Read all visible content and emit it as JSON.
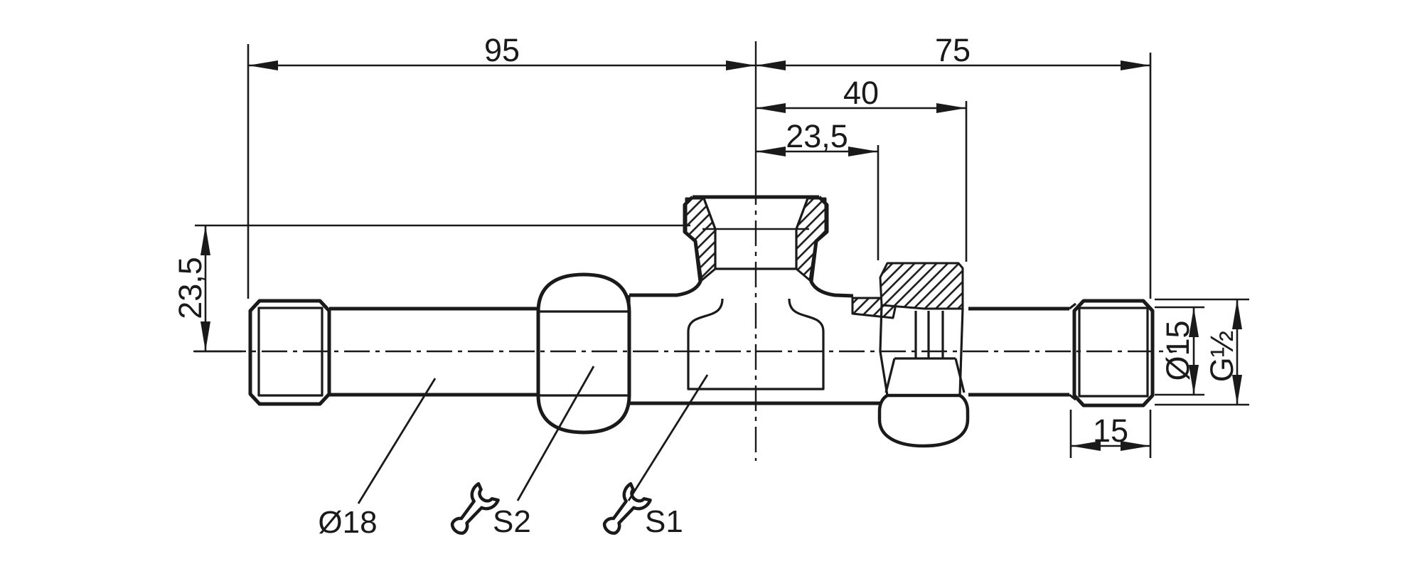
{
  "drawing": {
    "kind": "technical-dimension-drawing",
    "dimensions": {
      "overall_left": "95",
      "overall_right": "75",
      "branch_to_nut": "40",
      "branch_to_face": "23,5",
      "center_to_port_top": "23,5",
      "pipe_bore_right": "Ø15",
      "thread_right": "G½",
      "thread_length_right": "15"
    },
    "callouts": {
      "tube_diameter": "Ø18",
      "wrench_flat_2": "S2",
      "wrench_flat_1": "S1"
    },
    "colors": {
      "ink": "#1a1a1a",
      "background": "#ffffff"
    }
  }
}
